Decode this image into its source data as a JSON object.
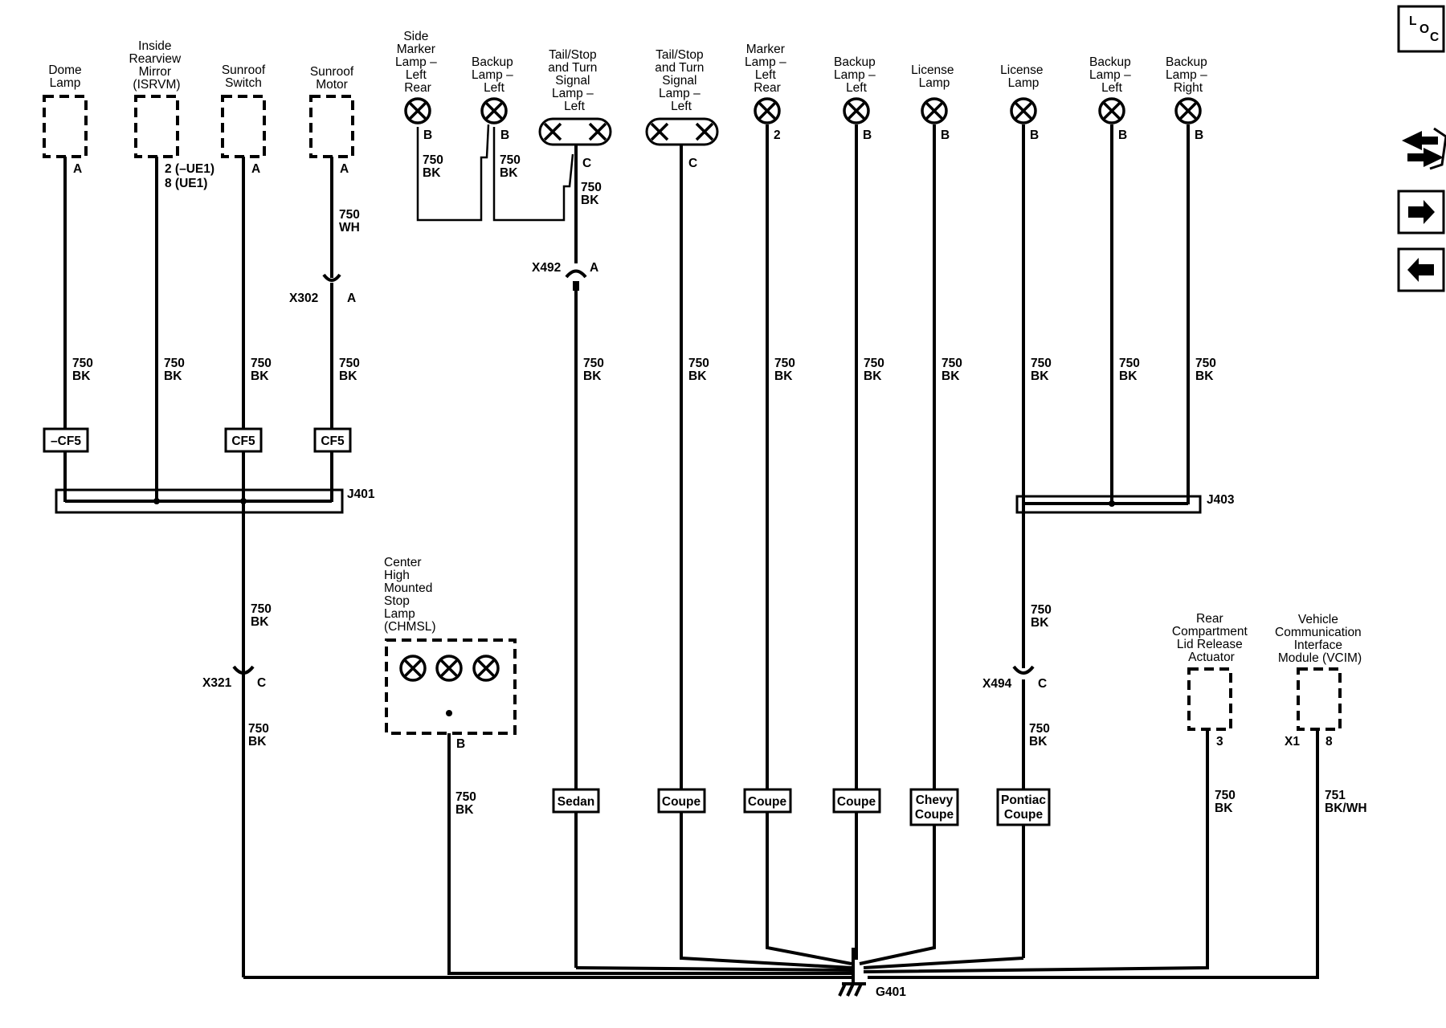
{
  "components": {
    "dome_lamp": [
      "Dome",
      "Lamp"
    ],
    "isrvm": [
      "Inside",
      "Rearview",
      "Mirror",
      "(ISRVM)"
    ],
    "sunroof_switch": [
      "Sunroof",
      "Switch"
    ],
    "sunroof_motor": [
      "Sunroof",
      "Motor"
    ],
    "side_marker_lamp": [
      "Side",
      "Marker",
      "Lamp –",
      "Left",
      "Rear"
    ],
    "backup_lamp_left_1": [
      "Backup",
      "Lamp –",
      "Left"
    ],
    "tail_stop_turn_1": [
      "Tail/Stop",
      "and Turn",
      "Signal",
      "Lamp –",
      "Left"
    ],
    "tail_stop_turn_2": [
      "Tail/Stop",
      "and Turn",
      "Signal",
      "Lamp –",
      "Left"
    ],
    "marker_lamp": [
      "Marker",
      "Lamp –",
      "Left",
      "Rear"
    ],
    "backup_lamp_left_2": [
      "Backup",
      "Lamp –",
      "Left"
    ],
    "license_lamp_1": [
      "License",
      "Lamp"
    ],
    "license_lamp_2": [
      "License",
      "Lamp"
    ],
    "backup_lamp_left_3": [
      "Backup",
      "Lamp –",
      "Left"
    ],
    "backup_lamp_right": [
      "Backup",
      "Lamp –",
      "Right"
    ],
    "chmsl": [
      "Center",
      "High",
      "Mounted",
      "Stop",
      "Lamp",
      "(CHMSL)"
    ],
    "rear_compartment": [
      "Rear",
      "Compartment",
      "Lid Release",
      "Actuator"
    ],
    "vcim": [
      "Vehicle",
      "Communication",
      "Interface",
      "Module (VCIM)"
    ]
  },
  "pins": {
    "dome": "A",
    "isrvm": [
      "2 (–UE1)",
      "8 (UE1)"
    ],
    "sunroof_switch": "A",
    "sunroof_motor": "A",
    "side_marker": "B",
    "backup_1": "B",
    "tail_1": "C",
    "tail_2": "C",
    "marker": "2",
    "backup_2": "B",
    "license_1": "B",
    "license_2": "B",
    "backup_3": "B",
    "backup_right": "B",
    "chmsl": "B",
    "rear_compartment": "3",
    "vcim_connector": "X1",
    "vcim_pin": "8"
  },
  "wires": {
    "bk": [
      "750",
      "BK"
    ],
    "wh": [
      "750",
      "WH"
    ],
    "vcim": [
      "751",
      "BK/WH"
    ]
  },
  "connectors": {
    "x302": "X302",
    "x302_pin": "A",
    "x492": "X492",
    "x492_pin": "A",
    "x321": "X321",
    "x321_pin": "C",
    "x494": "X494",
    "x494_pin": "C"
  },
  "options": {
    "not_cf5": "–CF5",
    "cf5": "CF5",
    "sedan": "Sedan",
    "coupe": "Coupe",
    "chevy_coupe": [
      "Chevy",
      "Coupe"
    ],
    "pontiac_coupe": [
      "Pontiac",
      "Coupe"
    ]
  },
  "splices": {
    "j401": "J401",
    "j403": "J403"
  },
  "ground": "G401",
  "nav": {
    "loc_icon": [
      "L",
      "O",
      "C"
    ],
    "icons": [
      "component-views-icon",
      "arrow-right-icon",
      "arrow-left-icon"
    ]
  }
}
